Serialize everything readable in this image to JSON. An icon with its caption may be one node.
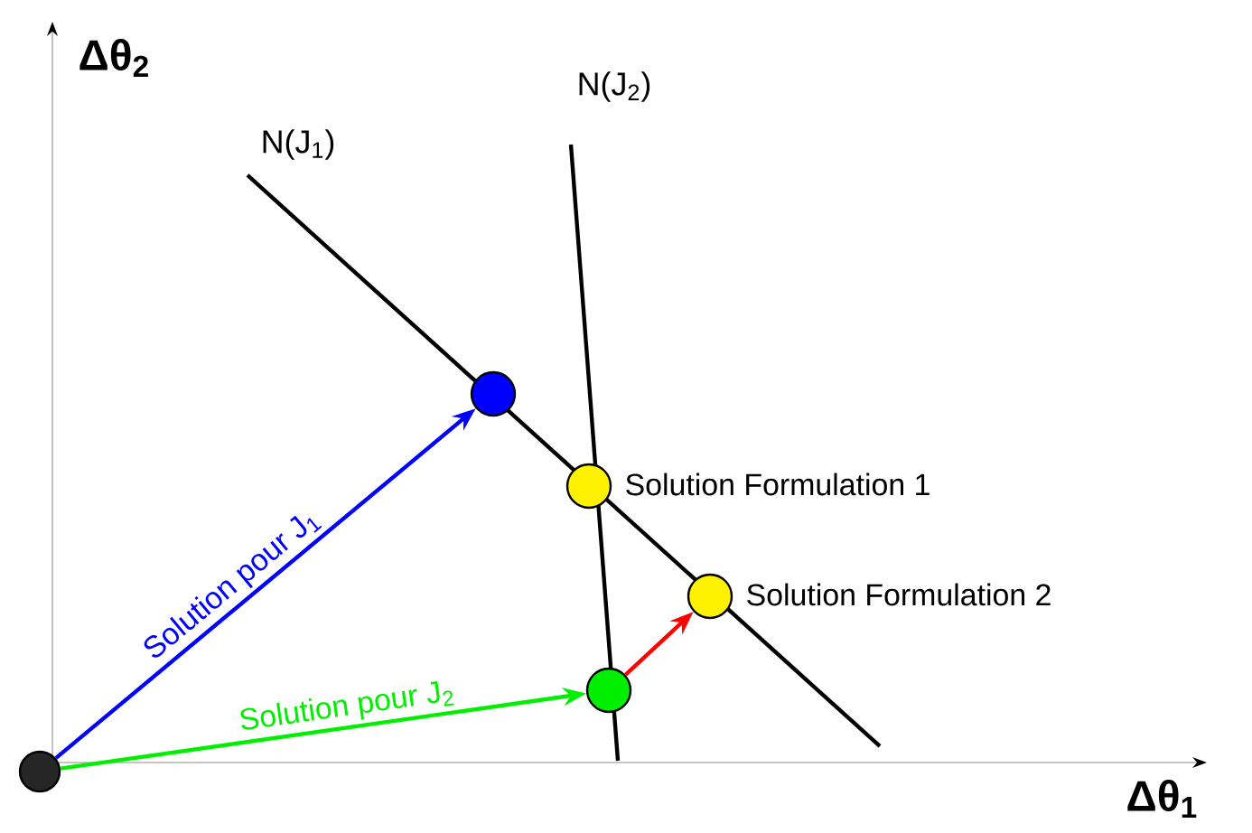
{
  "diagram": {
    "nodes": [
      {
        "text": [],
        "shape": "circle"
      },
      {
        "text": [],
        "shape": "circle"
      },
      {
        "text": [],
        "shape": "circle",
        "beside": [
          "Solution Formulation 1"
        ]
      },
      {
        "text": [],
        "shape": "circle",
        "beside": [
          "Solution Formulation 2"
        ]
      },
      {
        "text": [],
        "shape": "circle"
      }
    ],
    "edges": [
      {
        "from": 0,
        "to": 1,
        "arrow": "to",
        "label": "Solution pour J$_{1}$",
        "color": "#0000ff"
      },
      {
        "from": 0,
        "to": 4,
        "arrow": "to",
        "label": "Solution pour J$_{2}$",
        "color": "#00ee00"
      },
      {
        "from": 4,
        "to": 3,
        "arrow": "to",
        "color": "#ff0000"
      }
    ],
    "labels": [
      "Δθ$_{2}$",
      "N(J$_{1}$)",
      "N(J$_{2}$)",
      "Δθ$_{1}$"
    ]
  }
}
